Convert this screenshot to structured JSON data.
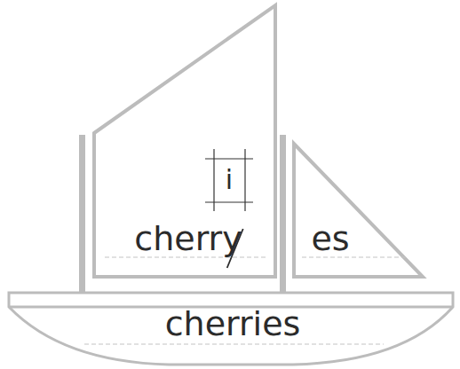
{
  "diagram": {
    "nodes": [
      {
        "text": [
          "cherry"
        ]
      },
      {
        "text": [
          "i"
        ],
        "in": 0
      },
      {
        "text": [
          "es"
        ]
      },
      {
        "text": [
          "cherries"
        ]
      }
    ]
  }
}
